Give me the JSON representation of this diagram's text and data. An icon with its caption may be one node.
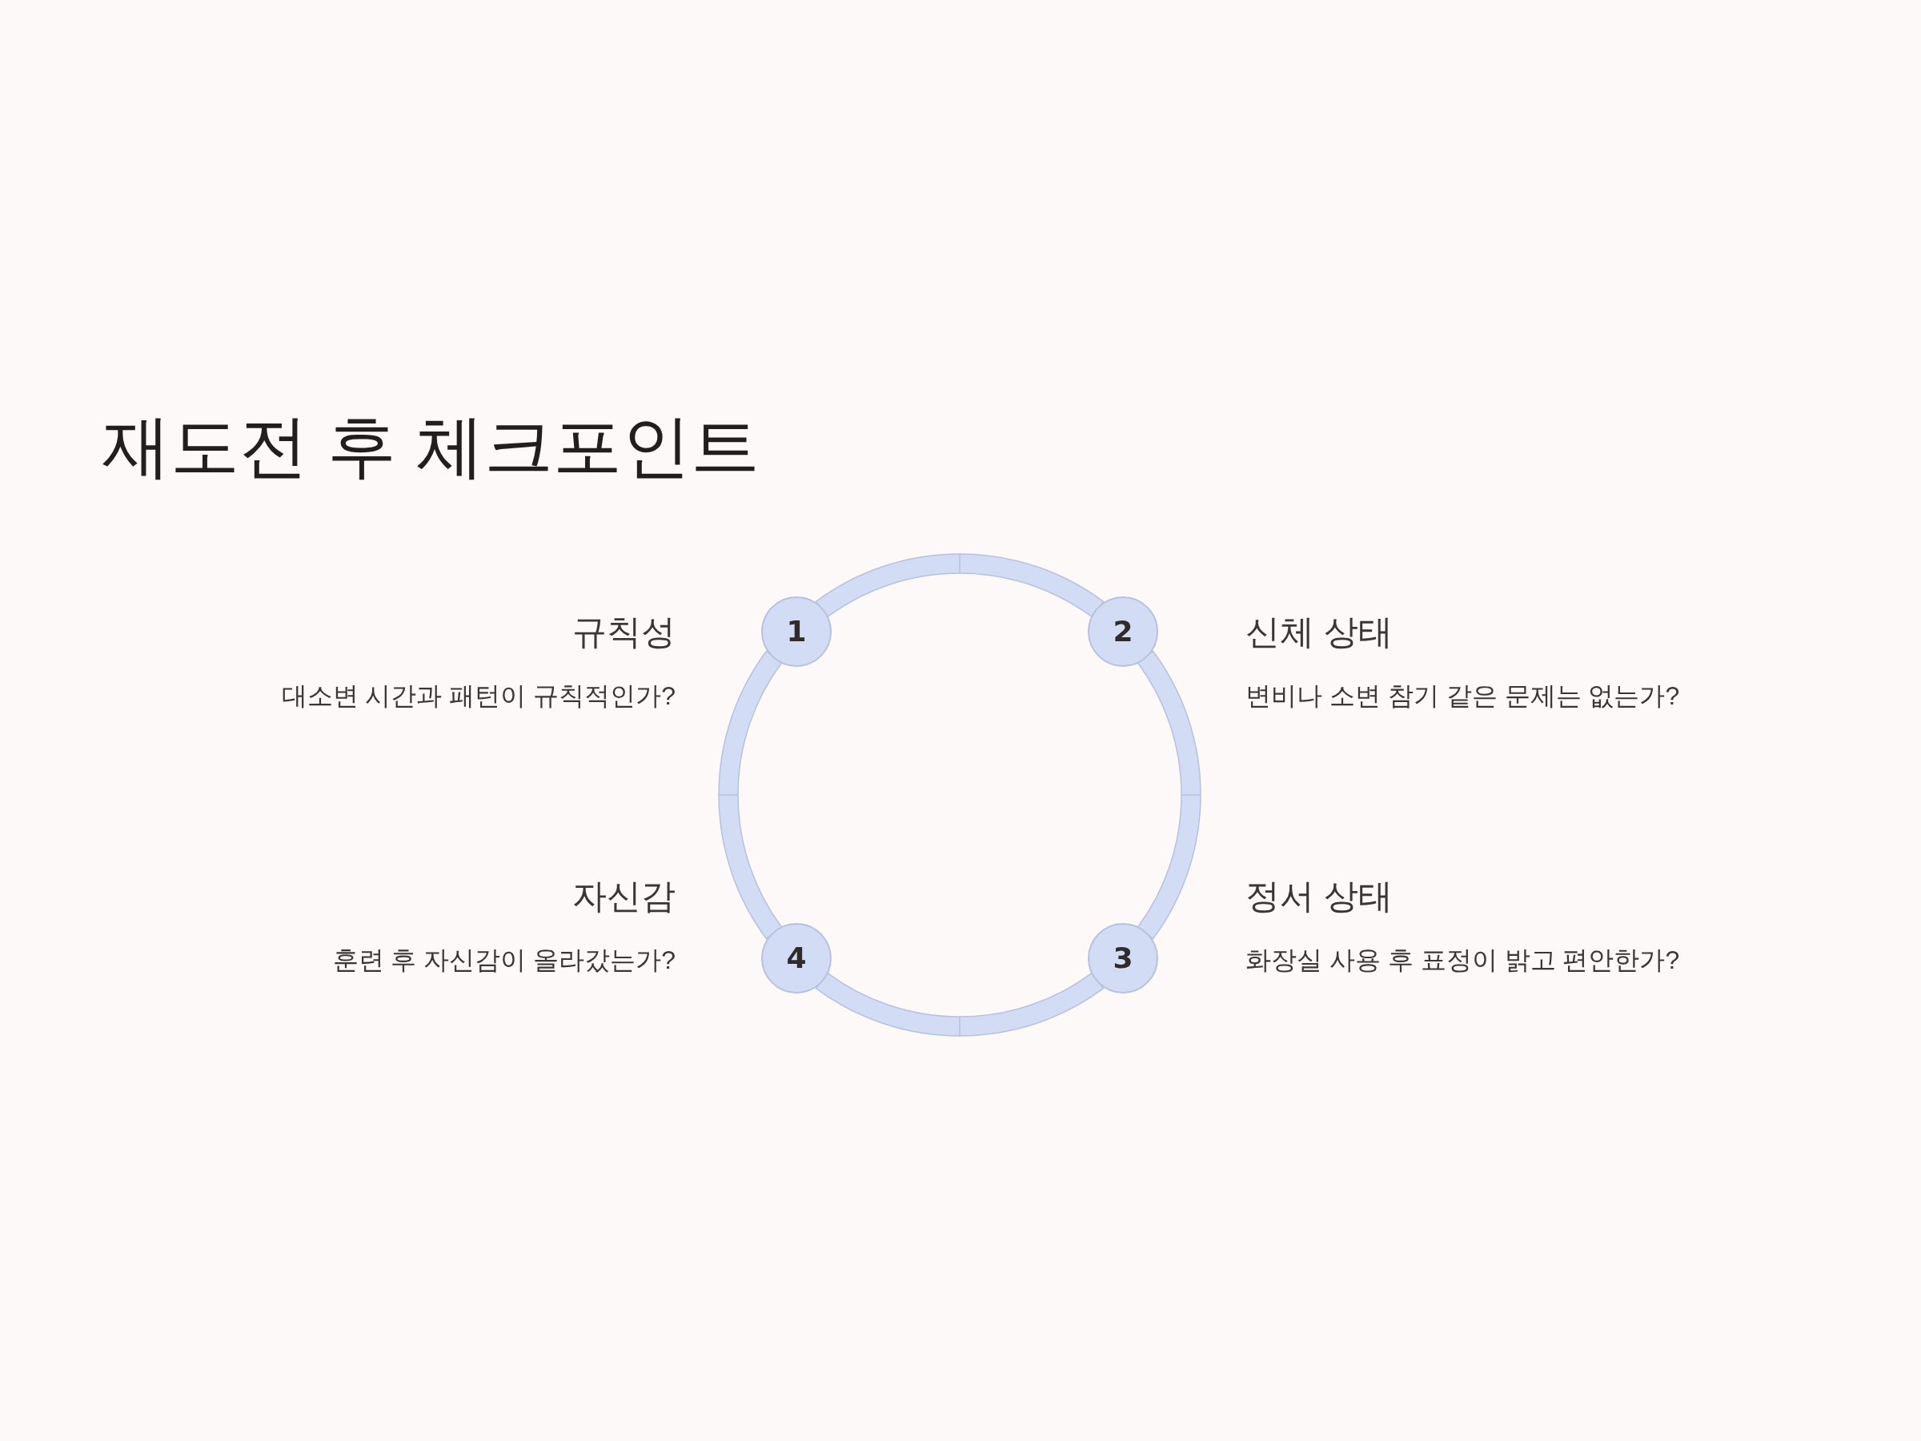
{
  "diagram": {
    "title": "재도전 후 체크포인트",
    "nodes": [
      {
        "text": [
          "1"
        ],
        "beside": [
          "규칙성",
          "대소변 시간과 패턴이 규칙적인가?"
        ]
      },
      {
        "text": [
          "2"
        ],
        "beside": [
          "신체 상태",
          "변비나 소변 참기 같은 문제는 없는가?"
        ]
      },
      {
        "text": [
          "3"
        ],
        "beside": [
          "정서 상태",
          "화장실 사용 후 표정이 밝고 편안한가?"
        ]
      },
      {
        "text": [
          "4"
        ],
        "beside": [
          "자신감",
          "훈련 후 자신감이 올라갔는가?"
        ]
      }
    ],
    "edges": [
      {
        "from": 0,
        "to": 1,
        "arrow": "none"
      },
      {
        "from": 1,
        "to": 2,
        "arrow": "none"
      },
      {
        "from": 2,
        "to": 3,
        "arrow": "none"
      },
      {
        "from": 3,
        "to": 0,
        "arrow": "none"
      }
    ]
  }
}
